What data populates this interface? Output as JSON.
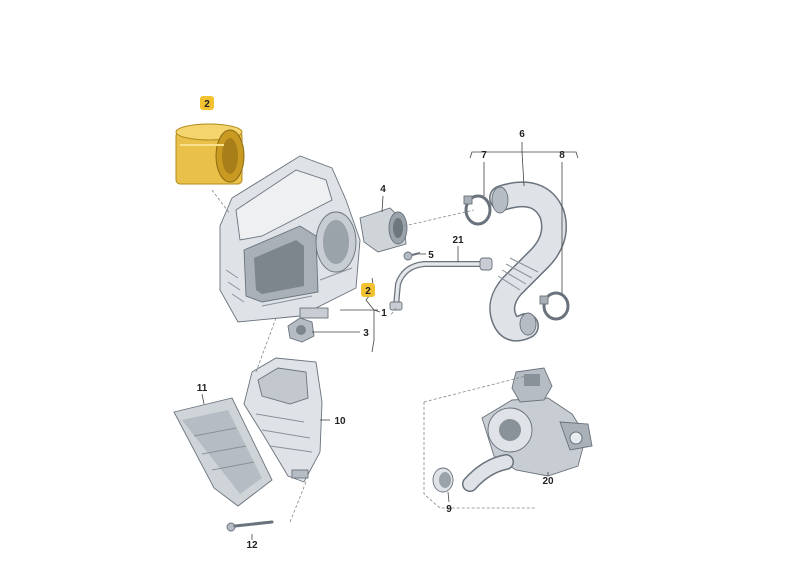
{
  "labels": {
    "l1": "1",
    "l2a": "2",
    "l2b": "2",
    "l3": "3",
    "l4": "4",
    "l5": "5",
    "l6": "6",
    "l7": "7",
    "l8": "8",
    "l9": "9",
    "l10": "10",
    "l11": "11",
    "l12": "12",
    "l20": "20",
    "l21": "21"
  },
  "colors": {
    "highlight": "#f2c230",
    "filter": "#e9c14a",
    "part_fill": "#dfe3e7",
    "part_dark": "#a9b0b7",
    "part_stroke": "#6a737d"
  }
}
